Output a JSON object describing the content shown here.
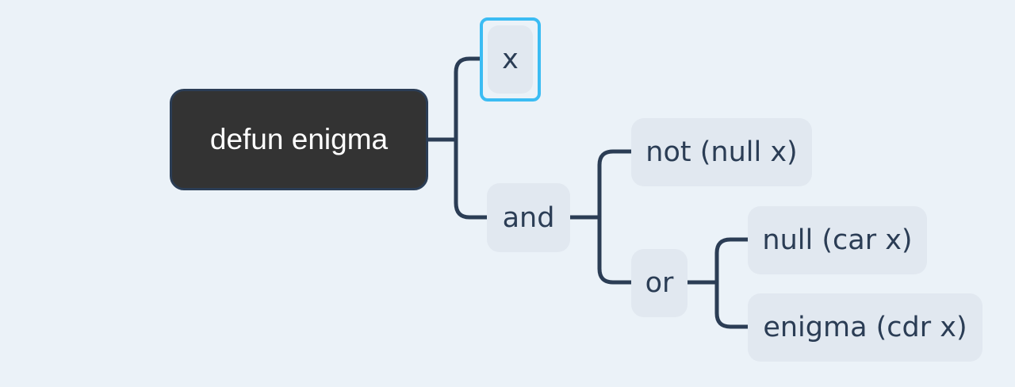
{
  "mindmap": {
    "root": {
      "label": "defun enigma"
    },
    "x": {
      "label": "x"
    },
    "and": {
      "label": "and"
    },
    "not_null": {
      "label": "not (null x)"
    },
    "or": {
      "label": "or"
    },
    "null_car": {
      "label": "null (car x)"
    },
    "enigma_cdr": {
      "label": "enigma (cdr x)"
    }
  },
  "colors": {
    "background": "#ebf2f8",
    "root_fill": "#333333",
    "root_border": "#2b3d55",
    "topic_fill": "#e1e8f0",
    "text": "#2b3d55",
    "connector": "#2b3d55",
    "selection": "#3bbcf3"
  }
}
